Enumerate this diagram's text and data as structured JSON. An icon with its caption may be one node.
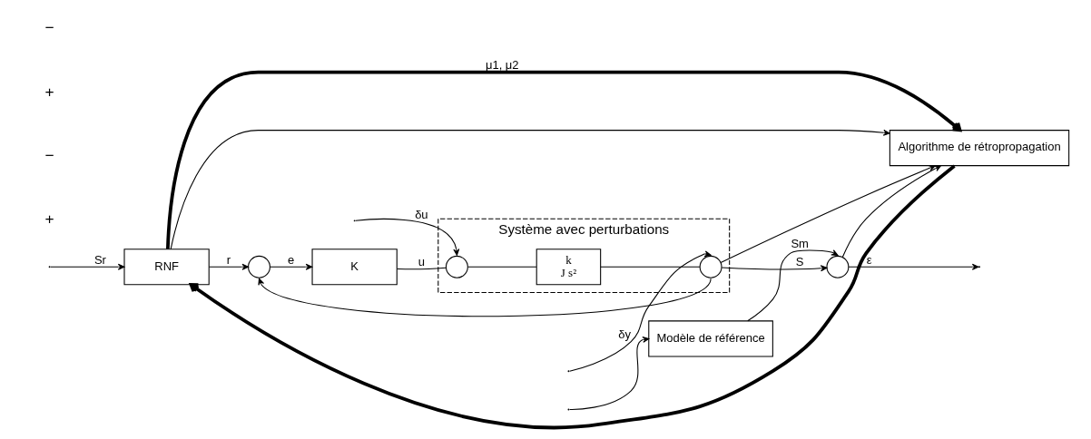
{
  "diagram": {
    "nodes": [
      {
        "text": [
          "Modèle de référence"
        ]
      },
      {
        "text": [
          "RNF"
        ]
      },
      {
        "text": [],
        "shape": "circle"
      },
      {
        "text": [
          "K"
        ]
      },
      {
        "text": [
          "Système avec perturbations"
        ]
      },
      {
        "text": [],
        "shape": "circle",
        "in": 4
      },
      {
        "text": [
          "k",
          "J s²"
        ],
        "in": 4
      },
      {
        "text": [],
        "shape": "circle",
        "in": 4
      },
      {
        "text": [],
        "shape": "circle"
      },
      {
        "text": [
          "Algorithme de rétropropagation"
        ]
      }
    ],
    "edges": [
      {
        "from": null,
        "to": 0,
        "arrow": "to"
      },
      {
        "from": null,
        "to": 1,
        "arrow": "to",
        "label": "Sr"
      },
      {
        "from": 0,
        "to": 8,
        "arrow": "to",
        "label": "Sm"
      },
      {
        "from": 1,
        "to": 2,
        "arrow": "to",
        "label": "r"
      },
      {
        "from": 1,
        "to": 9,
        "arrow": "to"
      },
      {
        "from": 2,
        "to": 3,
        "arrow": "to",
        "label": "e"
      },
      {
        "from": 3,
        "to": 5,
        "arrow": "none",
        "label": "u"
      },
      {
        "from": null,
        "to": 5,
        "arrow": "to",
        "label": "δu"
      },
      {
        "from": 5,
        "to": 6,
        "arrow": "none"
      },
      {
        "from": 6,
        "to": 7,
        "arrow": "none"
      },
      {
        "from": null,
        "to": 7,
        "arrow": "to",
        "label": "δy"
      },
      {
        "from": 7,
        "to": 8,
        "arrow": "to",
        "label": "S"
      },
      {
        "from": 7,
        "to": 2,
        "arrow": "to"
      },
      {
        "from": 7,
        "to": 9,
        "arrow": "to"
      },
      {
        "from": 8,
        "to": null,
        "arrow": "to",
        "label": "ε"
      },
      {
        "from": 8,
        "to": 9,
        "arrow": "to"
      },
      {
        "from": 9,
        "to": 1,
        "arrow": "to",
        "style": "thick"
      },
      {
        "from": 1,
        "to": 9,
        "arrow": "to",
        "style": "thick",
        "label": "μ1, μ2"
      }
    ],
    "labels": [
      "+",
      "−",
      "+",
      "−"
    ]
  }
}
